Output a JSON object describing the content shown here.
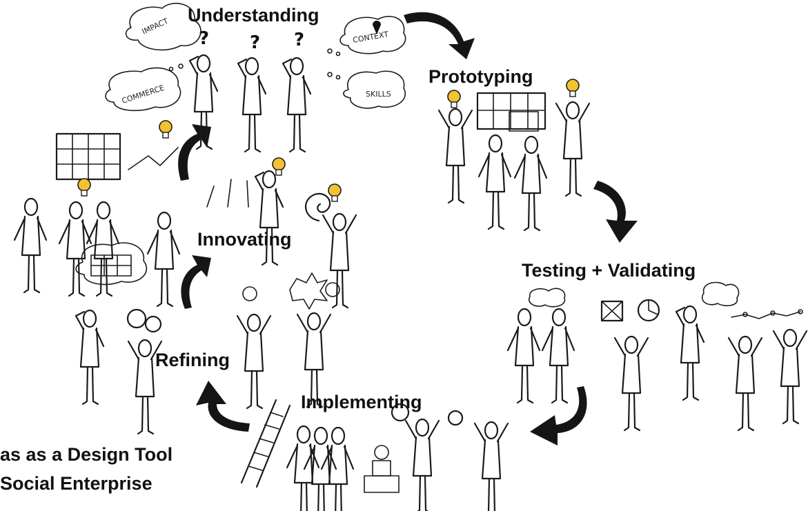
{
  "stages": [
    {
      "key": "understanding",
      "label": "Understanding"
    },
    {
      "key": "prototyping",
      "label": "Prototyping"
    },
    {
      "key": "testing",
      "label": "Testing + Validating"
    },
    {
      "key": "implementing",
      "label": "Implementing"
    },
    {
      "key": "refining",
      "label": "Refining"
    },
    {
      "key": "innovating",
      "label": "Innovating"
    }
  ],
  "footer": {
    "line1": "as as a Design Tool",
    "line2": "Social Enterprise"
  },
  "sketch_words": {
    "impact": "IMPACT",
    "context": "CONTEXT",
    "commerce": "COMMERCE",
    "skills": "SKILLS"
  },
  "colors": {
    "text": "#111111",
    "arrow": "#151515",
    "bulb": "#f2c230"
  }
}
